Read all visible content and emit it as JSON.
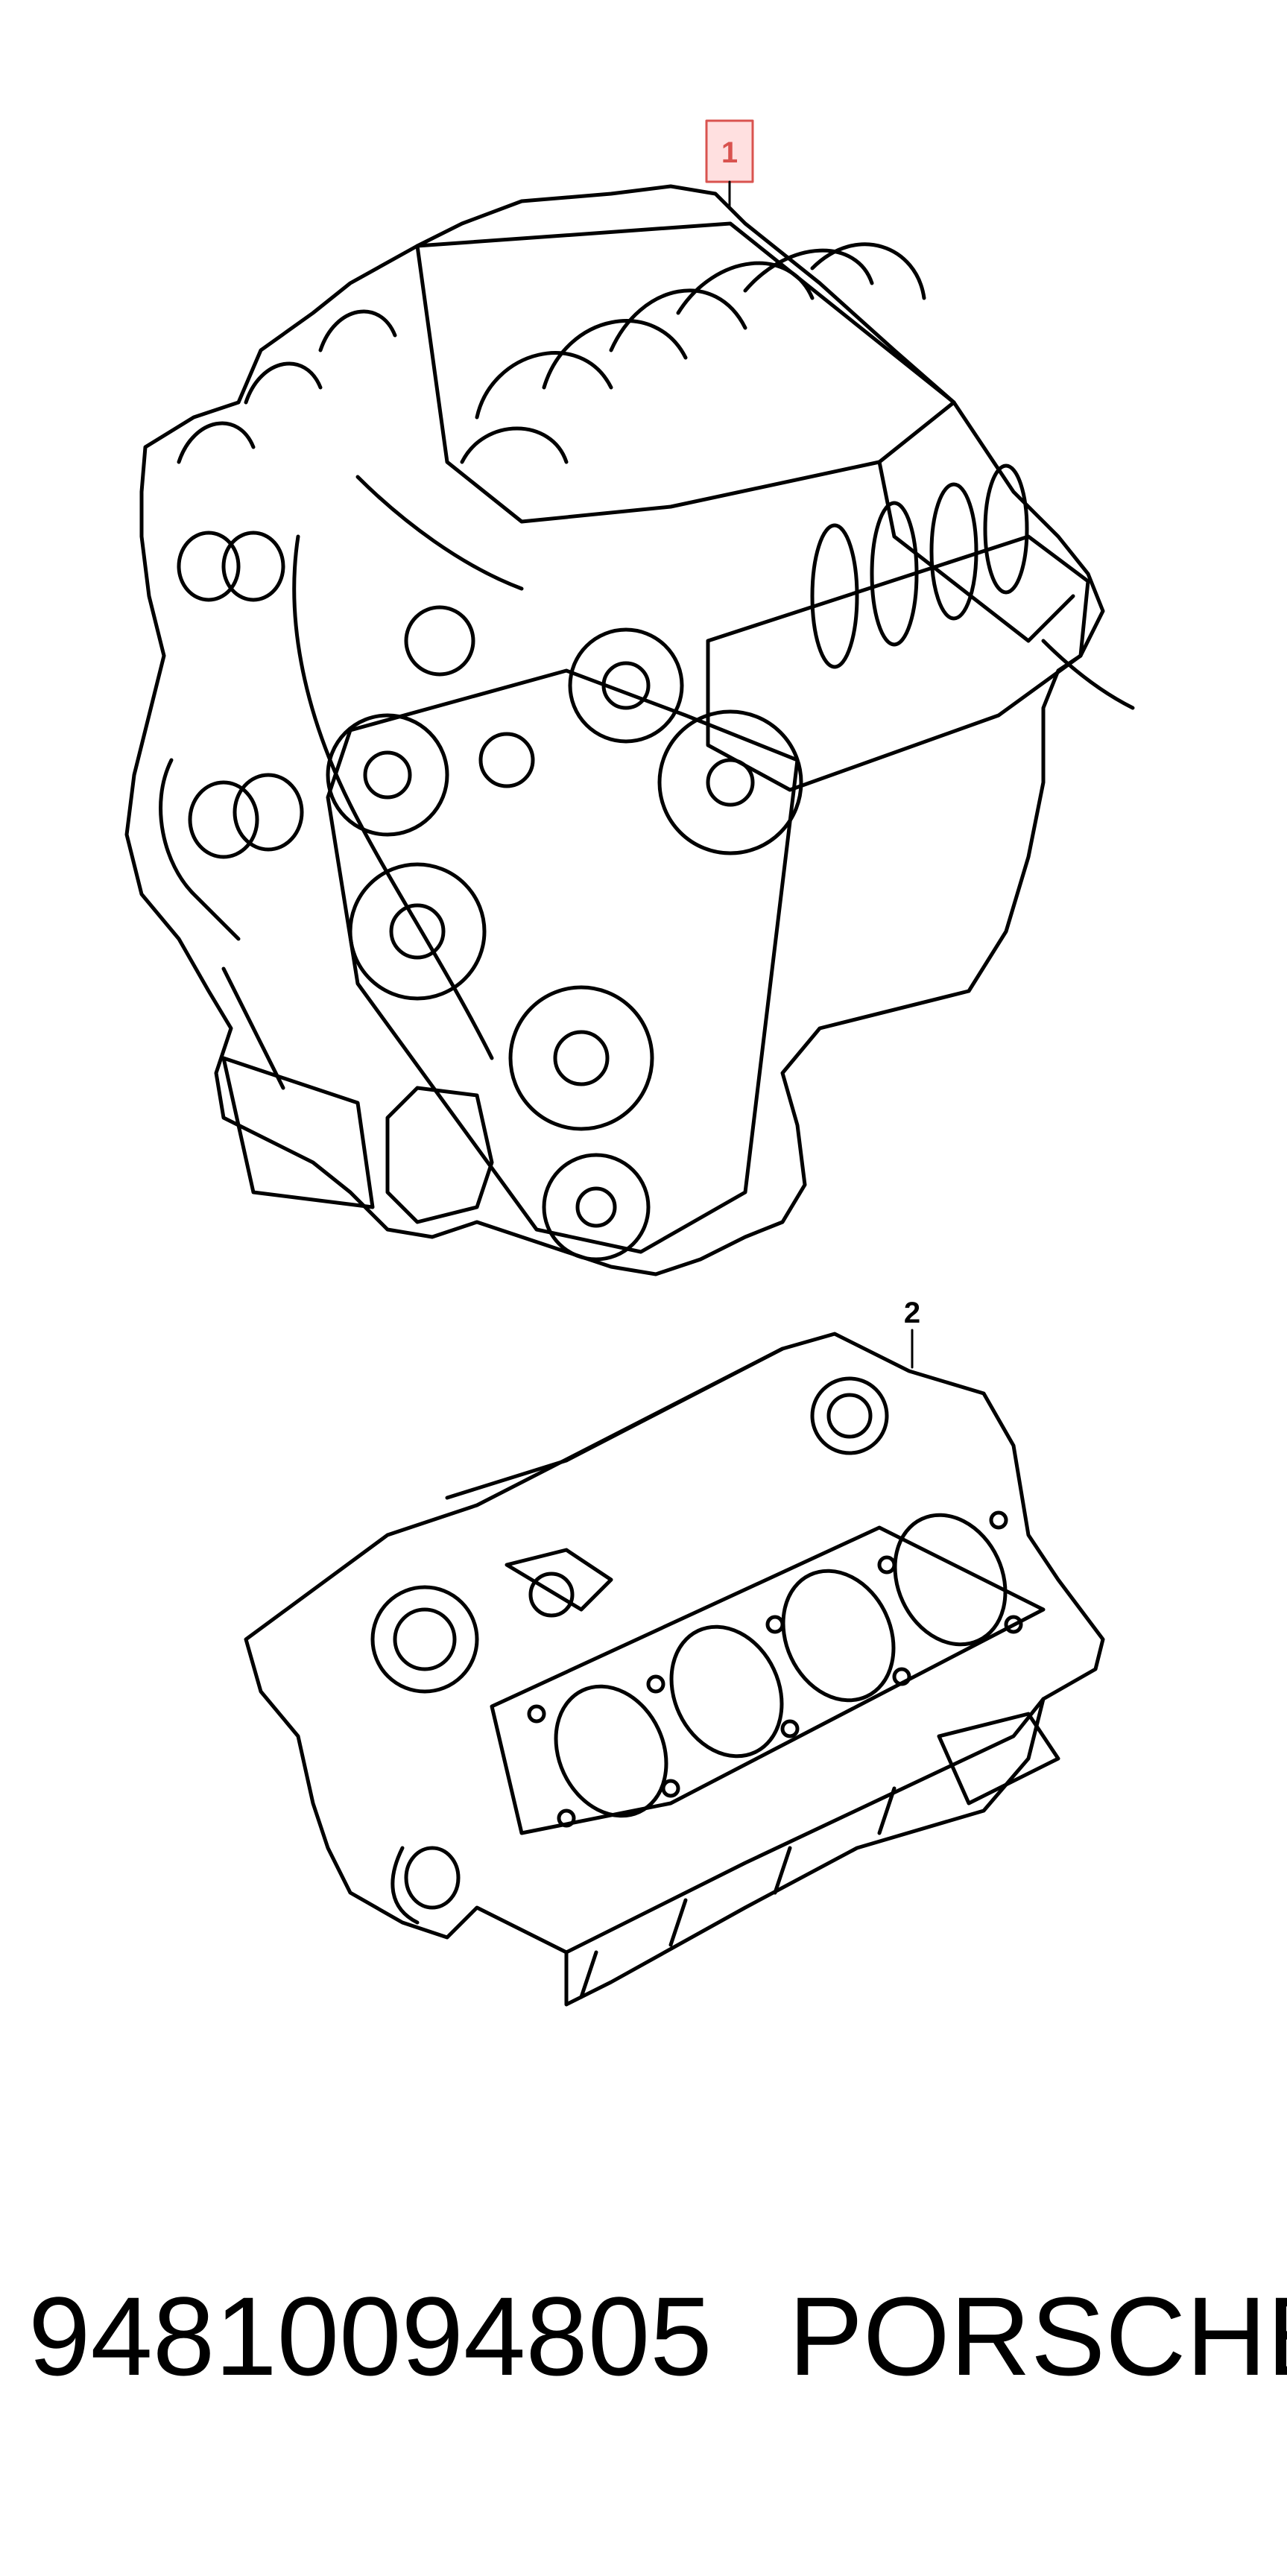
{
  "diagram": {
    "callouts": [
      {
        "label": "1",
        "highlighted": true,
        "highlight_fill": "#ffe0e0",
        "highlight_stroke": "#d9534f"
      },
      {
        "label": "2",
        "highlighted": false
      }
    ],
    "parts": [
      {
        "ref": "1",
        "icon": "complete-engine-assembly-drawing"
      },
      {
        "ref": "2",
        "icon": "engine-block-drawing"
      }
    ],
    "line_color": "#000000"
  },
  "footer": {
    "part_number": "94810094805",
    "brand": "PORSCHE"
  }
}
